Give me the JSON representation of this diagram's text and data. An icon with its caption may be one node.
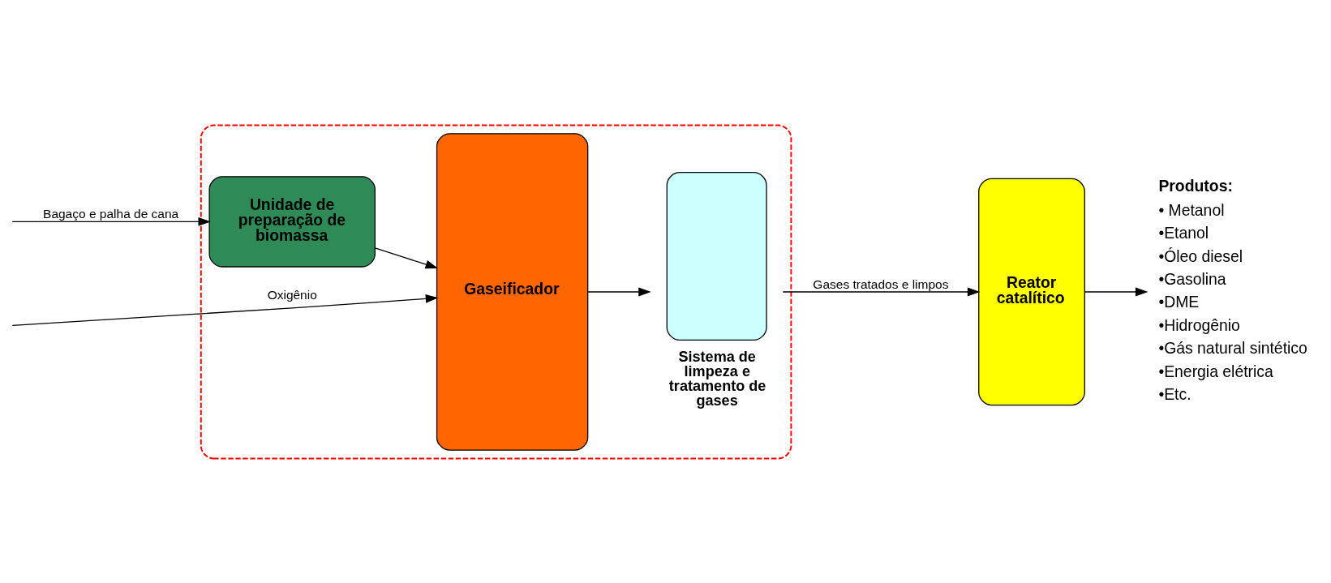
{
  "diagram": {
    "nodes": [
      {
        "text": [],
        "shape": "ellipse"
      },
      {
        "text": [
          "Unidade de preparação de biomassa"
        ],
        "in": 0
      },
      {
        "text": [
          "Gaseificador"
        ],
        "in": 0
      },
      {
        "text": [
          "Sistema de limpeza e tratamento de gases"
        ],
        "in": 0
      },
      {
        "text": [
          "Reator catalítico"
        ]
      },
      {
        "text": [
          "Produtos:",
          "• Metanol",
          "•Etanol",
          "•Óleo diesel",
          "•Gasolina",
          "•DME",
          "•Hidrogênio",
          "•Gás natural sintético",
          "•Energia elétrica",
          "•Etc."
        ]
      }
    ],
    "edges": [
      {
        "from": null,
        "to": 1,
        "arrow": "to",
        "label": "Bagaço e palha de cana"
      },
      {
        "from": 1,
        "to": 2,
        "arrow": "to"
      },
      {
        "from": null,
        "to": 2,
        "arrow": "to",
        "label": "Oxigênio"
      },
      {
        "from": 2,
        "to": 3,
        "arrow": "to"
      },
      {
        "from": 3,
        "to": 4,
        "arrow": "to",
        "label": "Gases tratados e limpos"
      },
      {
        "from": 4,
        "to": 5,
        "arrow": "to"
      }
    ]
  }
}
